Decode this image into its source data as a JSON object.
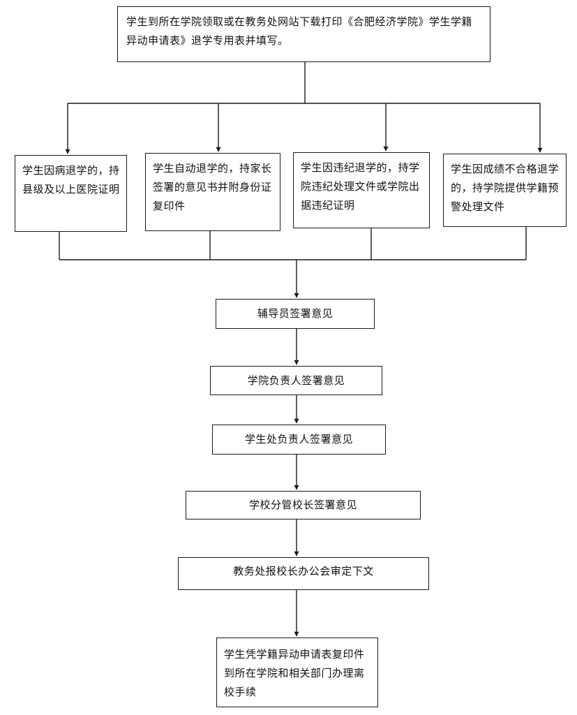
{
  "flowchart": {
    "start": "学生到所在学院领取或在教务处网站下载打印《合肥经济学院》学生学籍异动申请表》退学专用表并填写。",
    "branches": [
      "学生因病退学的，持县级及以上医院证明",
      "学生自动退学的，持家长签署的意见书并附身份证复印件",
      "学生因违纪退学的，持学院违纪处理文件或学院出据违纪证明",
      "学生因成绩不合格退学的，持学院提供学籍预警处理文件"
    ],
    "steps": [
      "辅导员签署意见",
      "学院负责人签署意见",
      "学生处负责人签署意见",
      "学校分管校长签署意见",
      "教务处报校长办公会审定下文"
    ],
    "final": "学生凭学籍异动申请表复印件到所在学院和相关部门办理离校手续"
  },
  "colors": {
    "line": "#1a1a1a",
    "background": "#ffffff"
  }
}
